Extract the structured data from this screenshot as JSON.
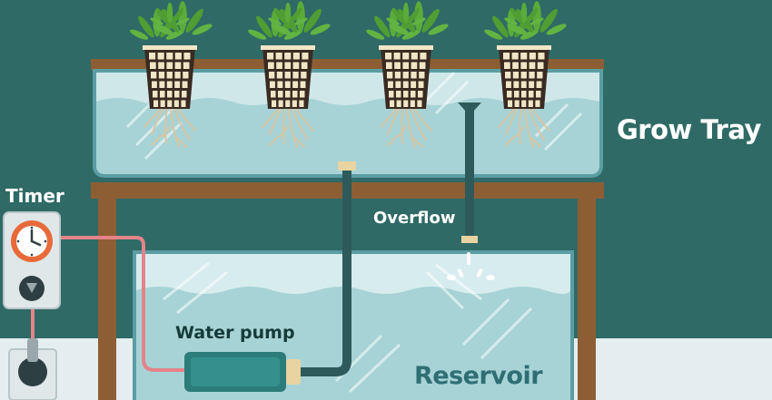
{
  "labels": {
    "grow_tray": "Grow Tray",
    "timer": "Timer",
    "overflow": "Overflow",
    "water_pump": "Water pump",
    "reservoir": "Reservoir"
  },
  "plant_count": 4,
  "colors": {
    "background": "#2f6a66",
    "floor": "#e4eef0",
    "wood": "#8d5e34",
    "water": "#a7d3d6",
    "water_light": "#c6e5e7",
    "tank_outline": "#5b9da3",
    "pipe": "#2e5a5b",
    "cable": "#e4838a",
    "timer_orange": "#e86a3a",
    "leaf": "#5bab3a",
    "root": "#d7c6a4",
    "pump": "#2c7c79"
  }
}
